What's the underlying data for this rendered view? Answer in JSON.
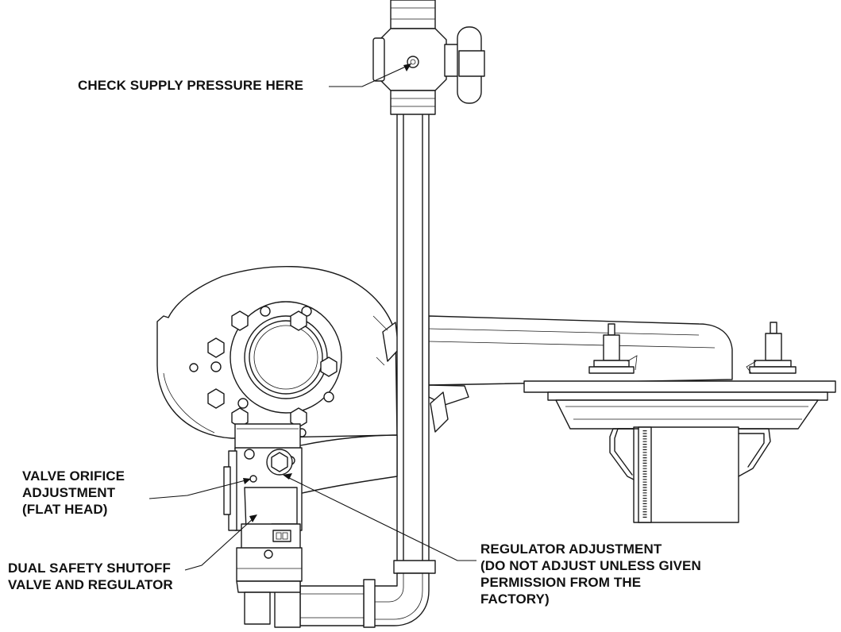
{
  "callouts": {
    "supply_pressure": [
      "CHECK SUPPLY PRESSURE HERE"
    ],
    "valve_orifice": [
      "VALVE ORIFICE",
      "ADJUSTMENT",
      "(FLAT HEAD)"
    ],
    "shutoff_valve": [
      "DUAL SAFETY SHUTOFF",
      "VALVE AND REGULATOR"
    ],
    "regulator": [
      "REGULATOR ADJUSTMENT",
      "(DO NOT ADJUST UNLESS GIVEN",
      "PERMISSION FROM THE",
      "FACTORY)"
    ]
  }
}
